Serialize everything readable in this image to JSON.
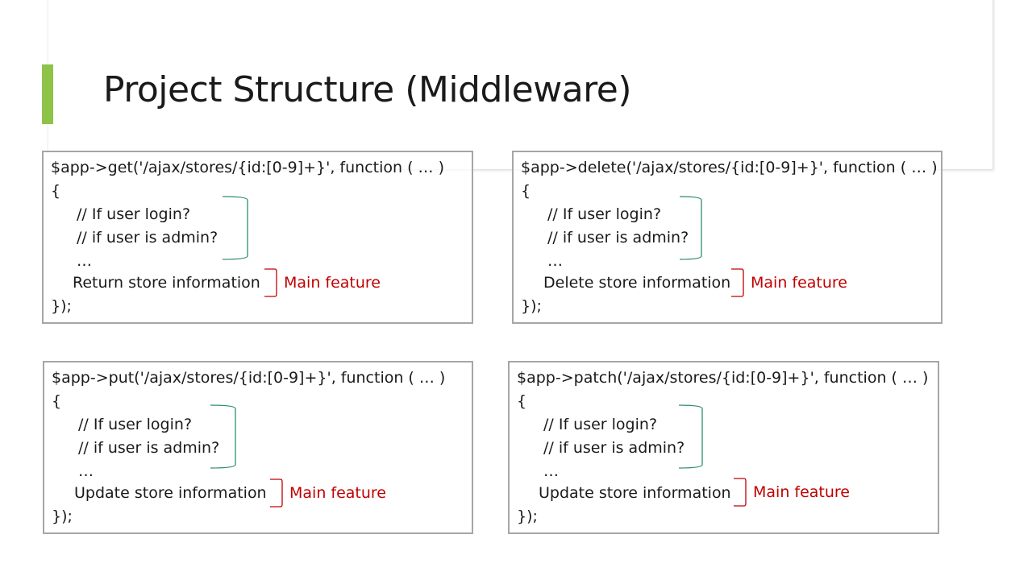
{
  "slide": {
    "title": "Project Structure (Middleware)"
  },
  "colors": {
    "accent": "#8dc349",
    "main_feature": "#c00000",
    "teal_bracket": "#2e8b72",
    "box_border": "#a6a6a6"
  },
  "boxes": [
    {
      "header": "$app->get('/ajax/stores/{id:[0-9]+}', function ( … )",
      "open": "{",
      "comment1": "// If user login?",
      "comment2": "// if user is admin?",
      "ellipsis": "…",
      "main": "Return store information",
      "label": "Main feature",
      "close": "});"
    },
    {
      "header": "$app->delete('/ajax/stores/{id:[0-9]+}', function ( … )",
      "open": "{",
      "comment1": "// If user login?",
      "comment2": "// if user is admin?",
      "ellipsis": "…",
      "main": "Delete store information",
      "label": "Main feature",
      "close": "});"
    },
    {
      "header": "$app->put('/ajax/stores/{id:[0-9]+}', function ( … )",
      "open": "{",
      "comment1": "// If user login?",
      "comment2": "// if user is admin?",
      "ellipsis": "…",
      "main": "Update store information",
      "label": "Main feature",
      "close": "});"
    },
    {
      "header": "$app->patch('/ajax/stores/{id:[0-9]+}', function ( … )",
      "open": "{",
      "comment1": "// If user login?",
      "comment2": "// if user is admin?",
      "ellipsis": "…",
      "main": "Update store information",
      "label": "Main feature",
      "close": "});"
    }
  ]
}
